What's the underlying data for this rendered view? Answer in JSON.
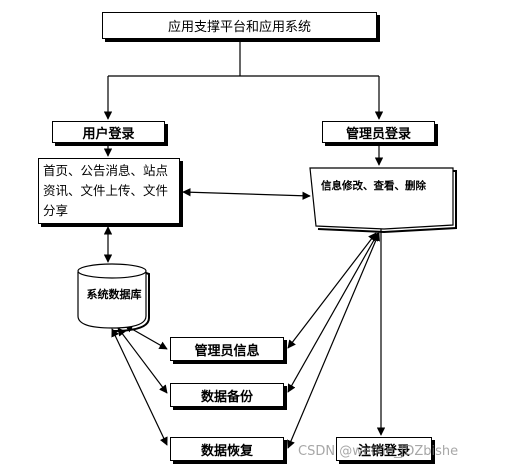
{
  "diagram": {
    "top": "应用支撑平台和应用系统",
    "user_login": "用户登录",
    "admin_login": "管理员登录",
    "user_functions": "首页、公告消息、站点资讯、文件上传、文件分享",
    "admin_operations": "信息修改、查看、删除",
    "database": "系统数据库",
    "admin_info": "管理员信息",
    "data_backup": "数据备份",
    "data_restore": "数据恢复",
    "logout": "注销登录"
  },
  "watermark": "CSDN @weixin_JDZbishe"
}
